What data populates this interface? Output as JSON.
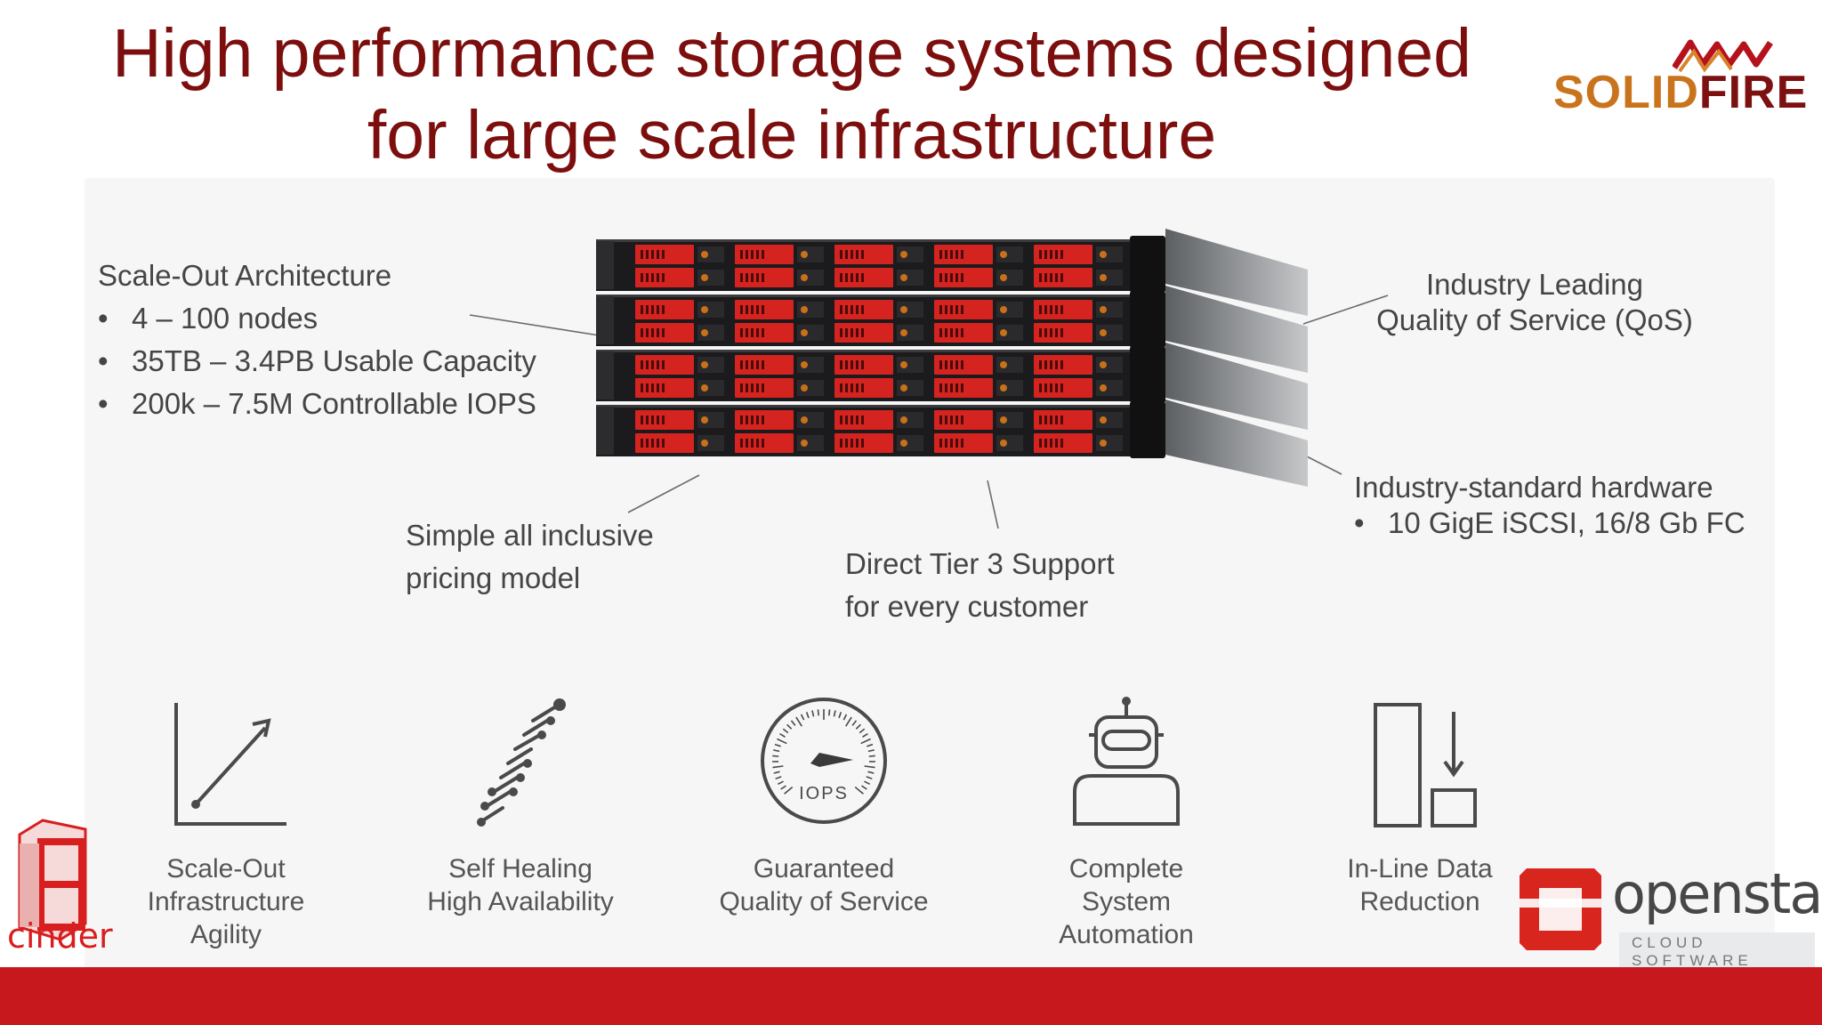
{
  "title": {
    "line1": "High performance storage systems designed",
    "line2": "for large scale infrastructure"
  },
  "logos": {
    "solidfire_a": "SOLID",
    "solidfire_b": "FIRE",
    "cinder": "cinder",
    "openstack": "openstack",
    "openstack_sub": "CLOUD SOFTWARE"
  },
  "callouts": {
    "scale_out": {
      "heading": "Scale-Out Architecture",
      "bullets": [
        "4 – 100  nodes",
        "35TB – 3.4PB Usable Capacity",
        "200k – 7.5M Controllable IOPS"
      ]
    },
    "qos": {
      "line1": "Industry Leading",
      "line2": "Quality of Service (QoS)"
    },
    "hardware": {
      "heading": "Industry-standard hardware",
      "bullets": [
        "10 GigE iSCSI, 16/8 Gb FC"
      ]
    },
    "pricing": {
      "line1": "Simple all inclusive",
      "line2": "pricing model"
    },
    "support": {
      "line1": "Direct Tier 3 Support",
      "line2": "for every customer"
    }
  },
  "features": [
    {
      "icon": "chart-arrow-icon",
      "lines": [
        "Scale-Out",
        "Infrastructure",
        "Agility"
      ]
    },
    {
      "icon": "dna-helix-icon",
      "lines": [
        "Self Healing",
        "High Availability"
      ]
    },
    {
      "icon": "gauge-icon",
      "gauge_text": "IOPS",
      "lines": [
        "Guaranteed",
        "Quality of Service"
      ]
    },
    {
      "icon": "robot-icon",
      "lines": [
        "Complete",
        "System",
        "Automation"
      ]
    },
    {
      "icon": "data-reduction-icon",
      "lines": [
        "In-Line Data",
        "Reduction"
      ]
    }
  ],
  "colors": {
    "title": "#7d0e0e",
    "accent_red": "#c6181d",
    "drive_red": "#d5231f",
    "text": "#454545"
  }
}
